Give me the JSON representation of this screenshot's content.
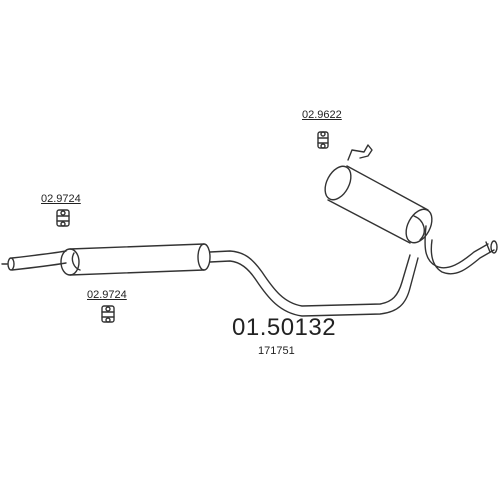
{
  "part_number": "01.50132",
  "oem_number": "171751",
  "components": [
    {
      "code": "02.9622",
      "icon": "rubber-hanger-icon"
    },
    {
      "code": "02.9724",
      "icon": "rubber-hanger-icon"
    },
    {
      "code": "02.9724",
      "icon": "rubber-hanger-icon"
    }
  ],
  "colors": {
    "line": "#333333",
    "background": "#ffffff"
  }
}
